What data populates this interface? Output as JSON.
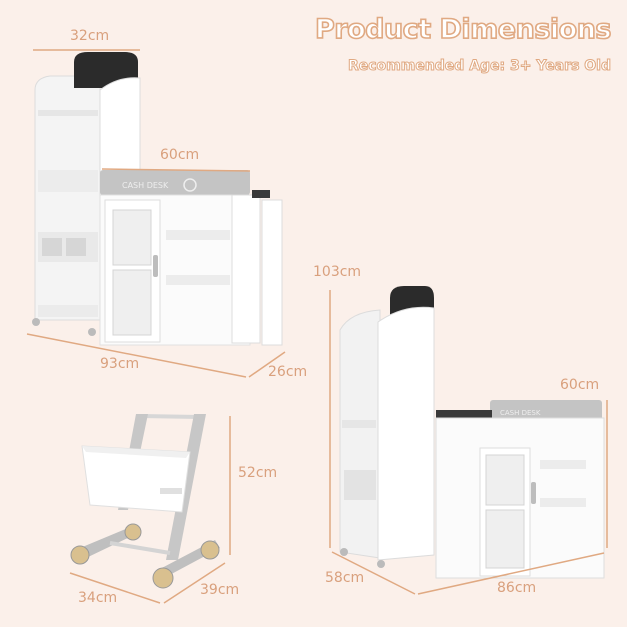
{
  "header": {
    "title": "Product Dimensions",
    "subtitle": "Recommended Age: 3+ Years Old"
  },
  "colors": {
    "background": "#fbf0ea",
    "accent": "#e0a982",
    "dimension_text": "#d9a07d",
    "furniture_white": "#ffffff",
    "furniture_gray": "#b9b9b9",
    "chalkboard": "#2b2b2b",
    "wheel_wood": "#d9c08f"
  },
  "views": {
    "assembled_store": {
      "top_width": "32cm",
      "counter_width": "60cm",
      "total_width": "93cm",
      "depth": "26cm",
      "sign_text": "CASH DESK"
    },
    "unfolded_store": {
      "height": "103cm",
      "counter_height": "60cm",
      "depth": "58cm",
      "width": "86cm",
      "sign_text": "CASH DESK"
    },
    "shopping_cart": {
      "height": "52cm",
      "width": "34cm",
      "depth": "39cm"
    }
  }
}
